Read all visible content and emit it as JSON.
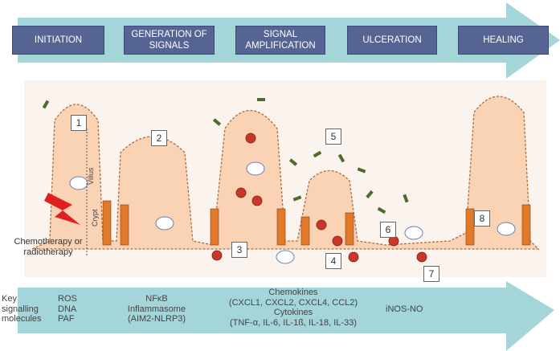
{
  "stages": [
    "INITIATION",
    "GENERATION OF SIGNALS",
    "SIGNAL AMPLIFICATION",
    "ULCERATION",
    "HEALING"
  ],
  "labels": {
    "villus": "Villus",
    "crypt": "Crypt",
    "trigger": "Chemotherapy or radiotherapy"
  },
  "steps": [
    "1",
    "2",
    "3",
    "4",
    "5",
    "6",
    "7",
    "8"
  ],
  "molecules": {
    "title": "Key signalling molecules",
    "initiation": "ROS\nDNA\nPAF",
    "generation": "NFκB\nInflammasome\n(AIM2-NLRP3)",
    "amplification": "Chemokines\n(CXCL1, CXCL2, CXCL4, CCL2)\nCytokines\n(TNF-α, IL-6, IL-1ß, IL-18, IL-33)",
    "ulceration": "iNOS-NO"
  },
  "colors": {
    "arrow": "#a3d5d9",
    "stage": "#566494",
    "tissue": "#f9d3b4",
    "cell": "#e07a2a",
    "bacteria": "#4e6b2a"
  }
}
